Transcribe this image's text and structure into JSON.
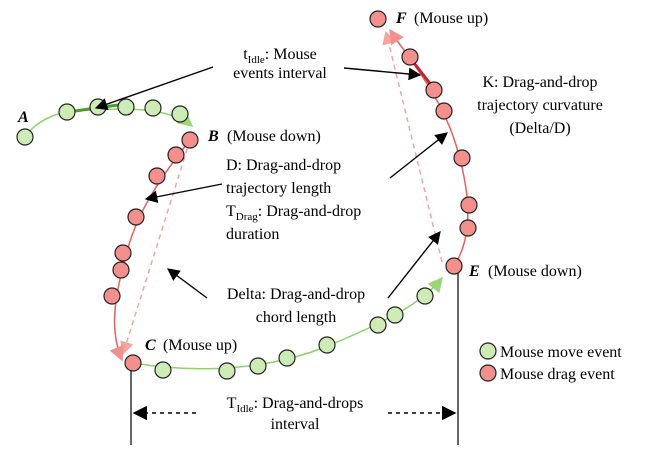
{
  "colors": {
    "move": "#cdebb4",
    "drag": "#f3908d",
    "move_line": "#8fd16a",
    "drag_line": "#e8605c",
    "chord": "#f5a49e",
    "emph_drag": "#c8202a",
    "emph_move": "#4e9a2a"
  },
  "points": {
    "a": "A",
    "b": "B",
    "b_note": "(Mouse down)",
    "c": "C",
    "c_note": "(Mouse up)",
    "e": "E",
    "e_note": "(Mouse down)",
    "f": "F",
    "f_note": "(Mouse up)"
  },
  "annotations": {
    "tidle_main": "t",
    "tidle_sub": "Idle",
    "tidle_rest": ": Mouse",
    "tidle_line2": "events interval",
    "k_line1": "K: Drag-and-drop",
    "k_line2": "trajectory curvature",
    "k_line3": "(Delta/D)",
    "d_line1": "D: Drag-and-drop",
    "d_line2": "trajectory length",
    "tdrag_main": "T",
    "tdrag_sub": "Drag",
    "tdrag_rest": ": Drag-and-drop",
    "tdrag_line2": "duration",
    "delta_line1": "Delta: Drag-and-drop",
    "delta_line2": "chord length",
    "bottom_main": "T",
    "bottom_sub": "Idle",
    "bottom_rest": ": Drag-and-drops",
    "bottom_line2": "interval"
  },
  "legend": {
    "move": "Mouse move event",
    "drag": "Mouse drag event"
  }
}
